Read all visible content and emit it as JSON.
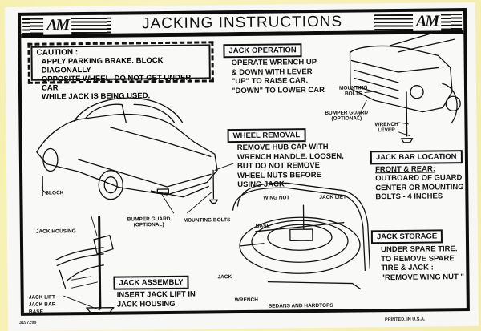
{
  "header": {
    "title": "JACKING INSTRUCTIONS",
    "logo_left": "AM",
    "logo_right": "AM"
  },
  "caution": {
    "heading": "CAUTION :",
    "lines": [
      "APPLY PARKING BRAKE.  BLOCK DIAGONALLY",
      "OPPOSITE WHEEL.  DO NOT  GET  UNDER CAR",
      "WHILE  JACK  IS  BEING  USED."
    ]
  },
  "jack_operation": {
    "heading": "JACK OPERATION",
    "text": "OPERATE  WRENCH UP\n& DOWN  WITH  LEVER\n\"UP\"  TO  RAISE  CAR.\n\"DOWN\"  TO  LOWER  CAR"
  },
  "wheel_removal": {
    "heading": "WHEEL  REMOVAL",
    "text": "REMOVE  HUB  CAP  WITH\nWRENCH  HANDLE.  LOOSEN,\nBUT  DO  NOT   REMOVE\nWHEEL  NUTS  BEFORE\nUSING  JACK"
  },
  "jack_bar_location": {
    "heading": "JACK BAR LOCATION",
    "subheading": "FRONT & REAR:",
    "text": "OUTBOARD OF GUARD\nCENTER OR MOUNTING\nBOLTS - 4 INCHES"
  },
  "jack_storage": {
    "heading": "JACK  STORAGE",
    "text": "UNDER  SPARE  TIRE.\nTO  REMOVE  SPARE\nTIRE  &  JACK :\n\"REMOVE  WING  NUT \""
  },
  "jack_assembly": {
    "heading": "JACK  ASSEMBLY",
    "text": "INSERT  JACK  LIFT  IN\nJACK  HOUSING"
  },
  "callouts": {
    "block": "BLOCK",
    "bumper_guard_rear": "BUMPER  GUARD\n(OPTIONAL)",
    "mounting_bolts_rear": "MOUNTING  BOLTS",
    "mounting_bolts_front": "MOUNTING\nBOLTS",
    "bumper_guard_front": "BUMPER GUARD\n(OPTIONAL)",
    "wrench_lever": "WRENCH\nLEVER",
    "jack_housing": "JACK  HOUSING",
    "jack_lift": "JACK  LIFT",
    "jack_bar": "JACK  BAR",
    "base_assembly": "BASE",
    "wing_nut": "WING  NUT",
    "jack_liet": "JACK  LIET",
    "base_trunk": "BASE",
    "jack_trunk": "JACK",
    "wrench_trunk": "WRENCH",
    "sedans_hardtops": "SEDANS  AND  HARDTOPS"
  },
  "footer": {
    "part_number": "3197296",
    "printed": "PRINTED.  IN  U.S.A."
  },
  "colors": {
    "ink": "#111111",
    "paper": "#f9f9f7",
    "backing": "#f6f0b0"
  }
}
